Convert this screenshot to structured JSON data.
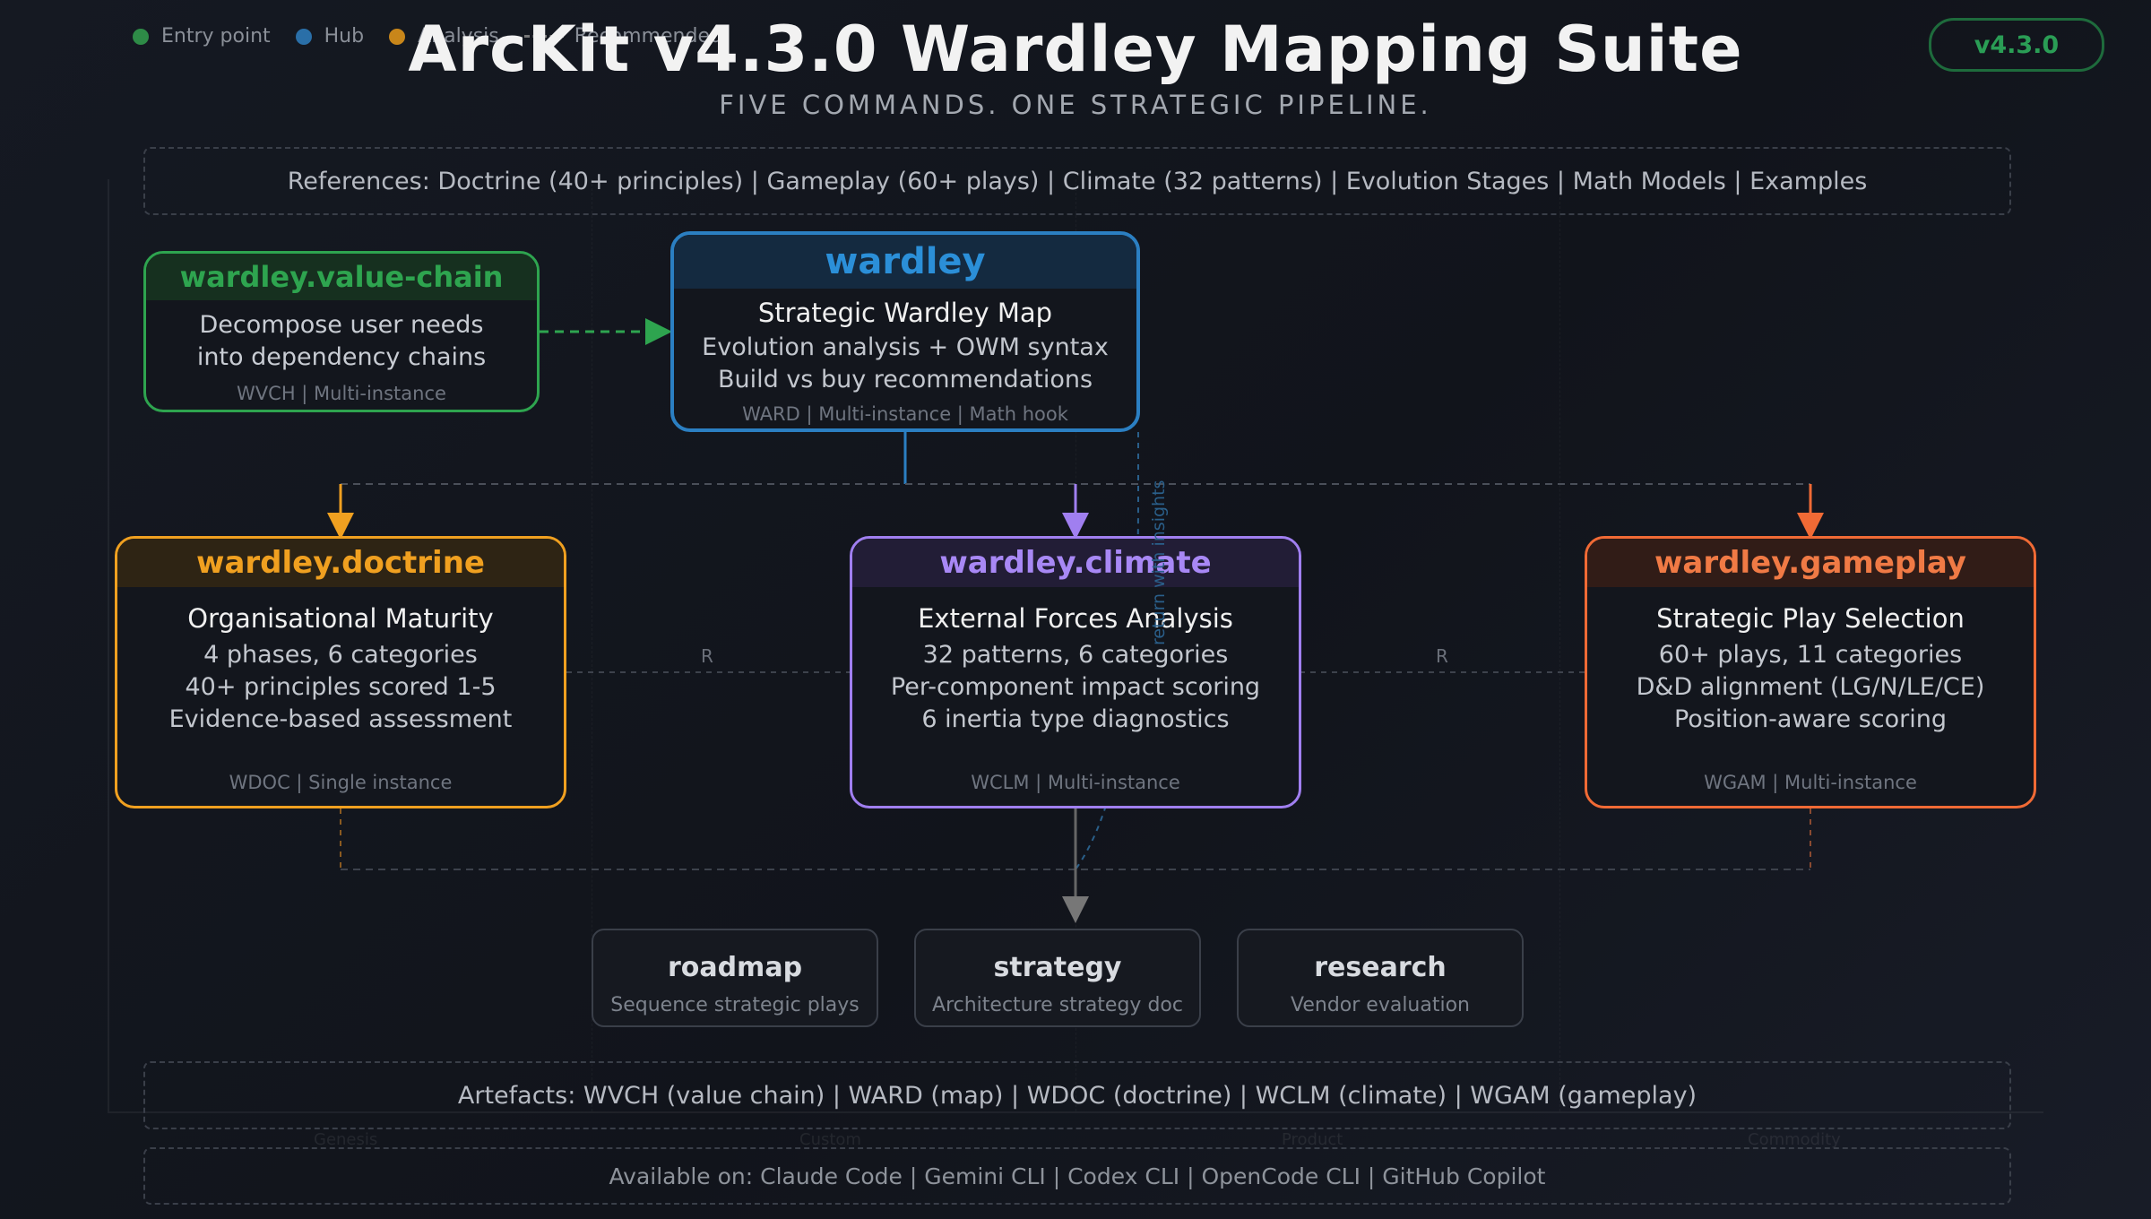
{
  "legend": {
    "items": [
      {
        "label": "Entry point",
        "color": "#2e8b47"
      },
      {
        "label": "Hub",
        "color": "#2a6fa8"
      },
      {
        "label": "Analysis",
        "color": "#c8861a"
      }
    ],
    "dashed_label": "Recommended"
  },
  "header": {
    "title": "ArcKit v4.3.0 Wardley Mapping Suite",
    "subtitle": "FIVE COMMANDS. ONE STRATEGIC PIPELINE.",
    "version": "v4.3.0"
  },
  "references": "References: Doctrine (40+ principles) | Gameplay (60+ plays) | Climate (32 patterns) | Evolution Stages | Math Models | Examples",
  "stages": [
    "Genesis",
    "Custom",
    "Product",
    "Commodity"
  ],
  "commands": {
    "value_chain": {
      "name": "wardley.value-chain",
      "lines": [
        "Decompose user needs",
        "into dependency chains"
      ],
      "footer": "WVCH | Multi-instance",
      "color": "#2ea44f"
    },
    "wardley": {
      "name": "wardley",
      "subtitle": "Strategic Wardley Map",
      "lines": [
        "Evolution analysis + OWM syntax",
        "Build vs buy recommendations"
      ],
      "footer": "WARD | Multi-instance | Math hook",
      "color": "#2b7fc2"
    },
    "doctrine": {
      "name": "wardley.doctrine",
      "subtitle": "Organisational Maturity",
      "lines": [
        "4 phases, 6 categories",
        "40+ principles scored 1-5",
        "Evidence-based assessment"
      ],
      "footer": "WDOC | Single instance",
      "color": "#f0a020"
    },
    "climate": {
      "name": "wardley.climate",
      "subtitle": "External Forces Analysis",
      "lines": [
        "32 patterns, 6 categories",
        "Per-component impact scoring",
        "6 inertia type diagnostics"
      ],
      "footer": "WCLM | Multi-instance",
      "color": "#a07ff0"
    },
    "gameplay": {
      "name": "wardley.gameplay",
      "subtitle": "Strategic Play Selection",
      "lines": [
        "60+ plays, 11 categories",
        "D&D alignment (LG/N/LE/CE)",
        "Position-aware scoring"
      ],
      "footer": "WGAM | Multi-instance",
      "color": "#f06a35"
    }
  },
  "connector_labels": {
    "left": "R",
    "right": "R",
    "feedback": "return with insights"
  },
  "outputs": [
    {
      "name": "roadmap",
      "desc": "Sequence strategic plays"
    },
    {
      "name": "strategy",
      "desc": "Architecture strategy doc"
    },
    {
      "name": "research",
      "desc": "Vendor evaluation"
    }
  ],
  "artefacts": "Artefacts: WVCH (value chain) | WARD (map) | WDOC (doctrine) | WCLM (climate) | WGAM (gameplay)",
  "available": "Available on: Claude Code | Gemini CLI | Codex CLI | OpenCode CLI | GitHub Copilot"
}
